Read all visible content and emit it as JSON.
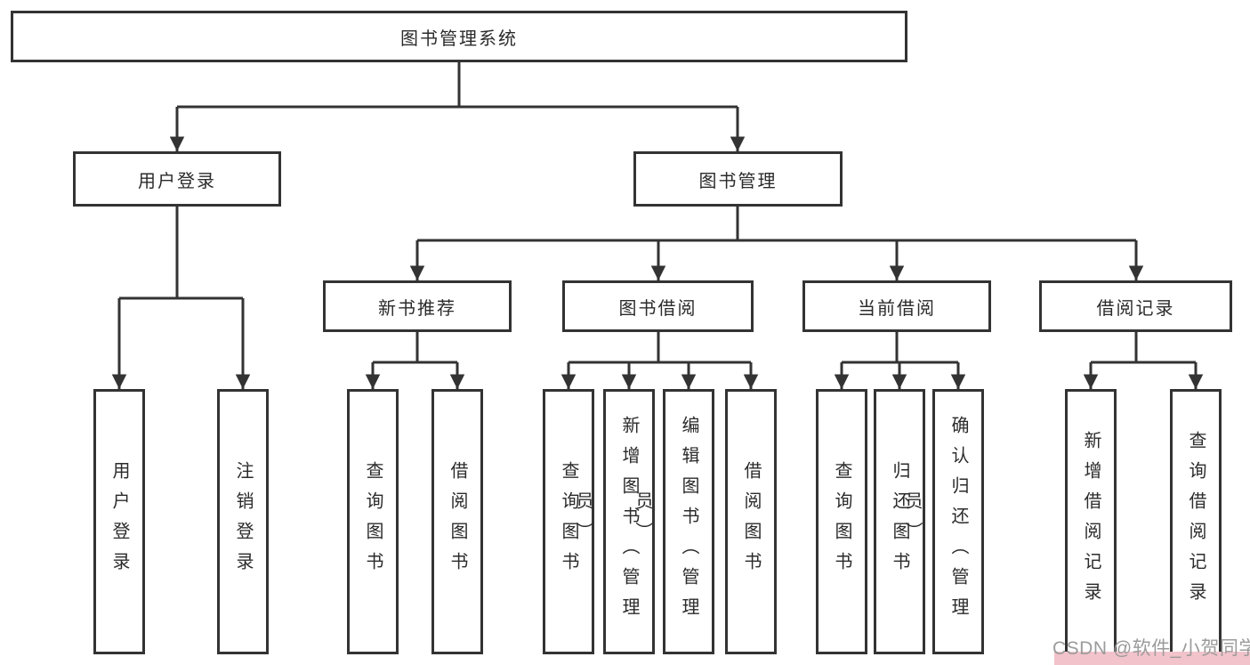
{
  "tree": {
    "root": {
      "label": "图书管理系统"
    },
    "branches": [
      {
        "label": "用户登录",
        "children": [
          {
            "label": "用户登录"
          },
          {
            "label": "注销登录"
          }
        ]
      },
      {
        "label": "图书管理",
        "children": [
          {
            "label": "新书推荐",
            "children": [
              {
                "label": "查询图书"
              },
              {
                "label": "借阅图书"
              }
            ]
          },
          {
            "label": "图书借阅",
            "children": [
              {
                "label": "查询图书"
              },
              {
                "label": "新增图书（管理员）"
              },
              {
                "label": "编辑图书（管理员）"
              },
              {
                "label": "借阅图书"
              }
            ]
          },
          {
            "label": "当前借阅",
            "children": [
              {
                "label": "查询图书"
              },
              {
                "label": "归还图书"
              },
              {
                "label": "确认归还（管理员）"
              }
            ]
          },
          {
            "label": "借阅记录",
            "children": [
              {
                "label": "新增借阅记录"
              },
              {
                "label": "查询借阅记录"
              }
            ]
          }
        ]
      }
    ]
  },
  "watermark": {
    "text": "CSDN @软件_小贺同学"
  },
  "colors": {
    "background": "#ffffff",
    "box_border": "#333333",
    "line": "#333333",
    "text": "#2b2b2b",
    "watermark_text": "#9b9b9b",
    "watermark_bg": "#f2c3ca"
  }
}
